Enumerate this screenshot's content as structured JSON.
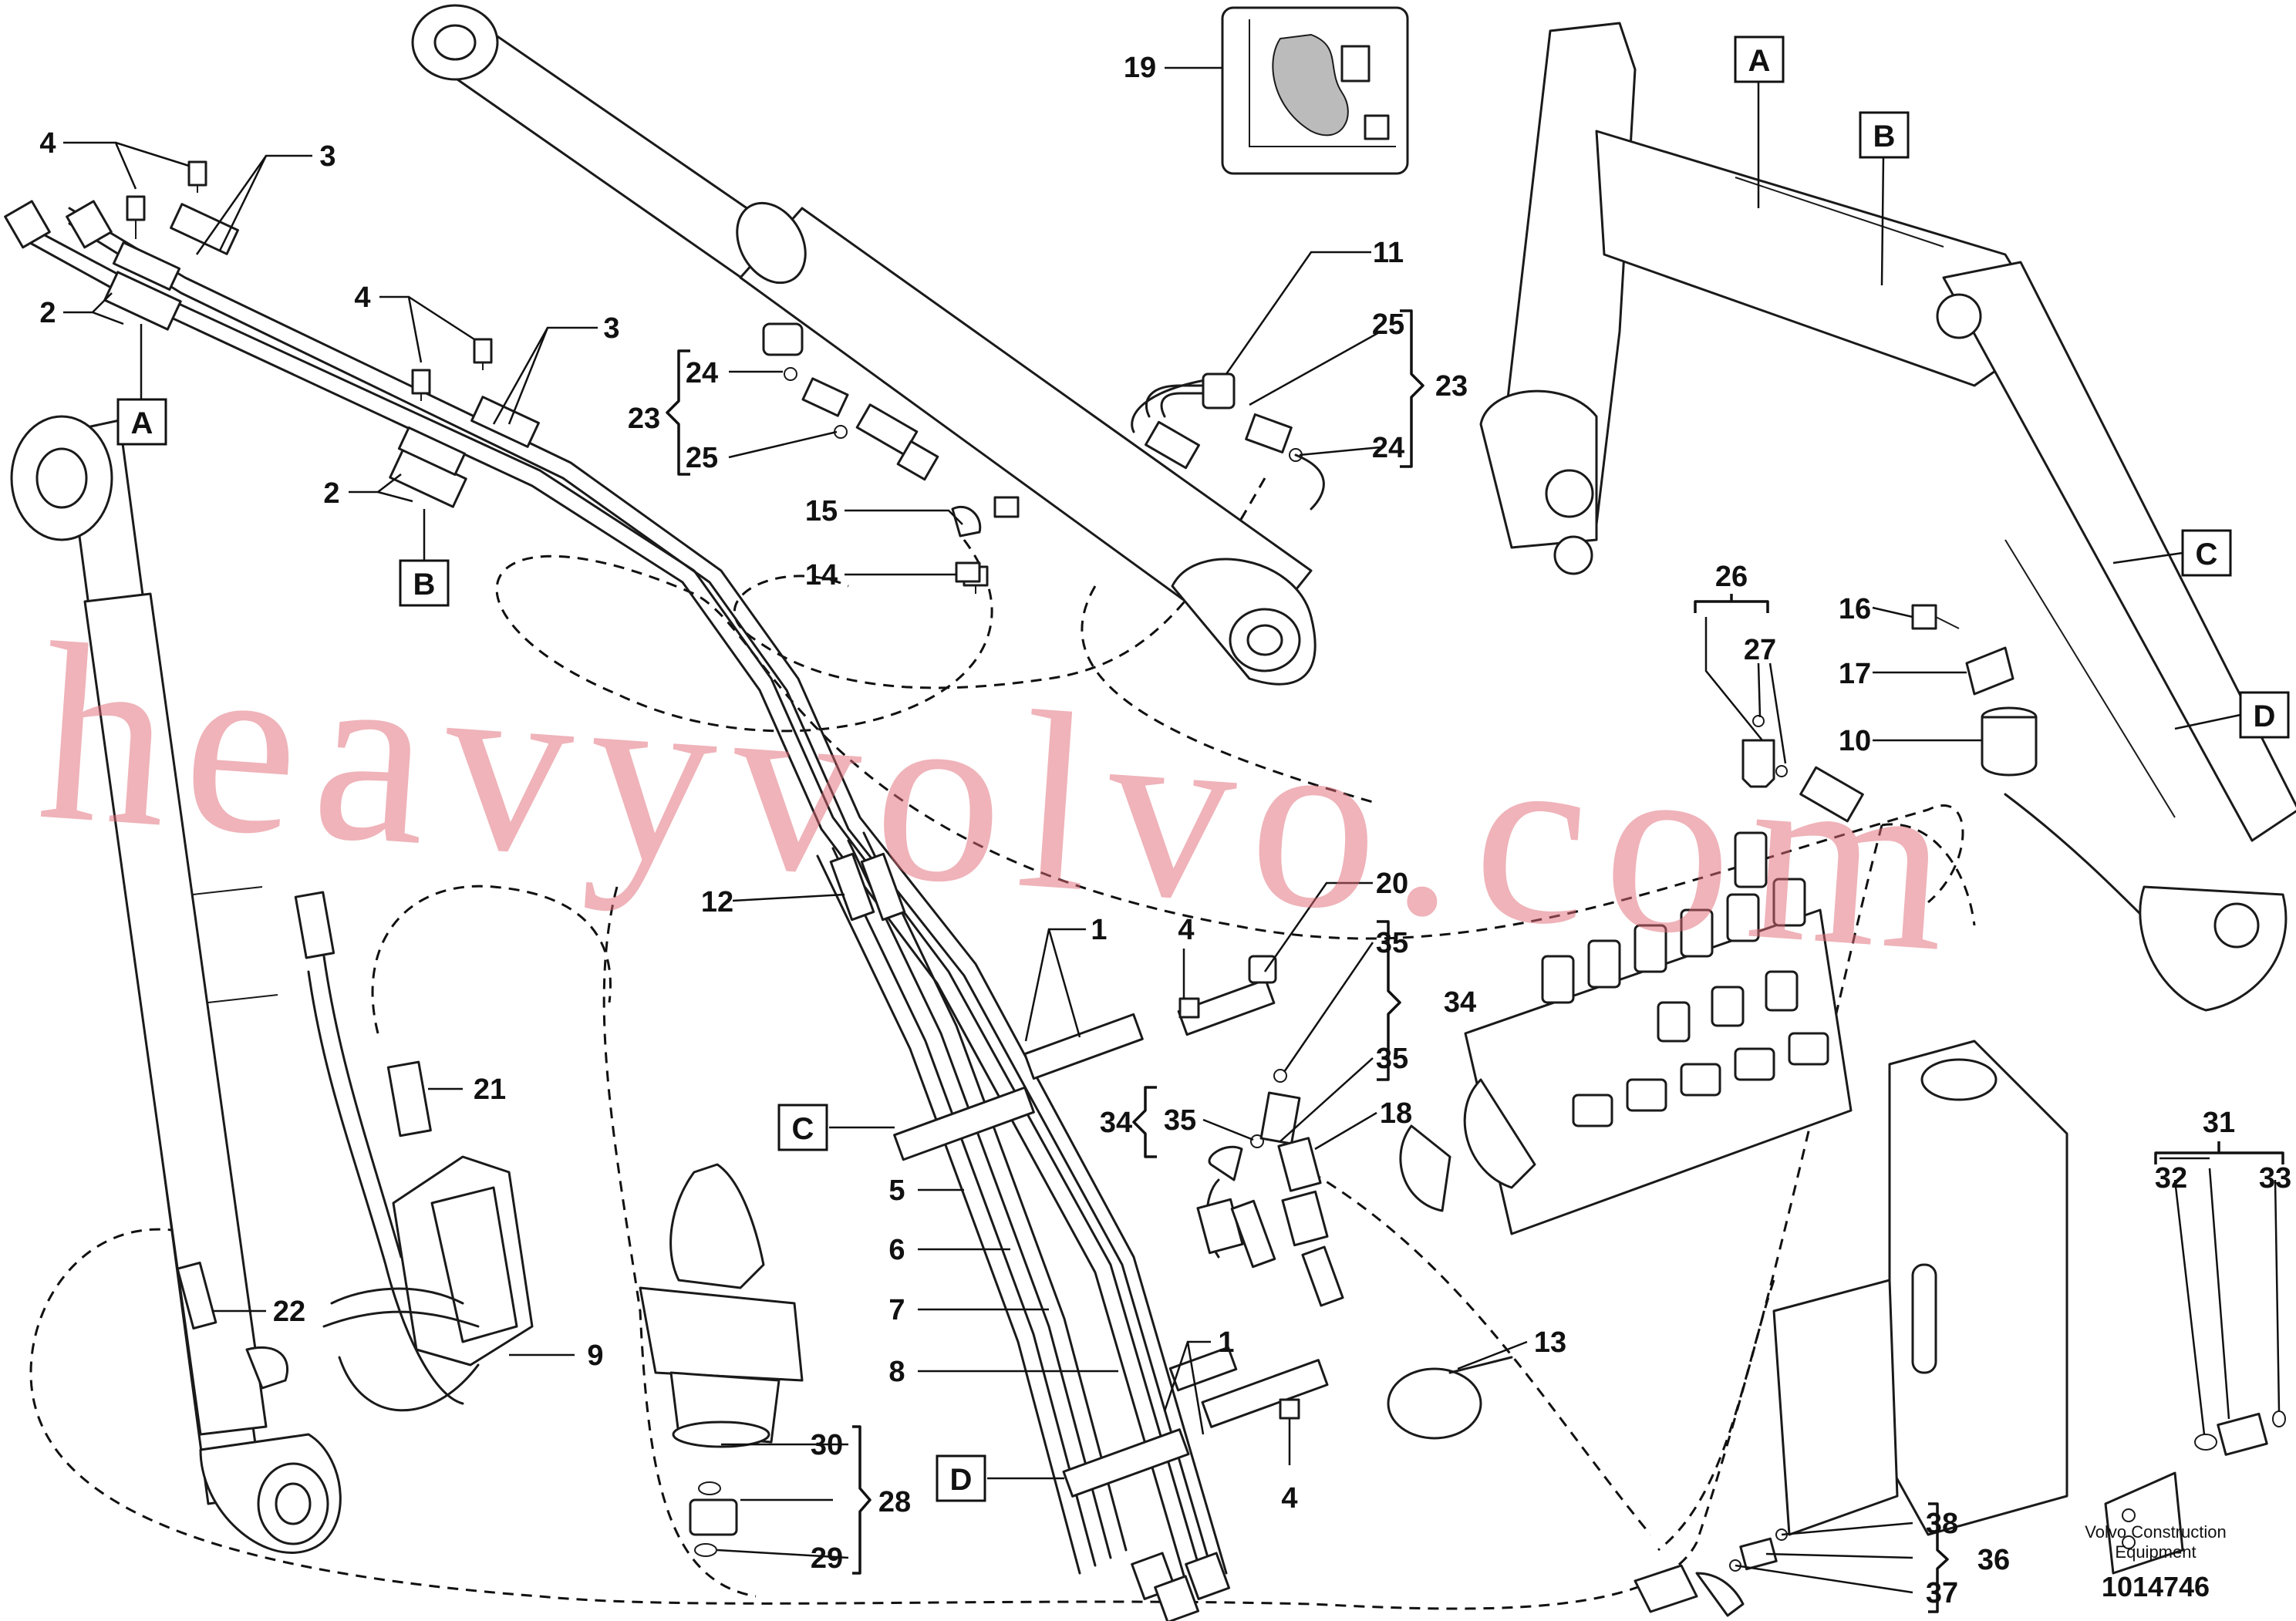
{
  "callouts": {
    "c1a": "1",
    "c1b": "1",
    "c2a": "2",
    "c2b": "2",
    "c3a": "3",
    "c3b": "3",
    "c4a": "4",
    "c4b": "4",
    "c4c": "4",
    "c4d": "4",
    "c5": "5",
    "c6": "6",
    "c7": "7",
    "c8": "8",
    "c9": "9",
    "c10": "10",
    "c11": "11",
    "c12": "12",
    "c13": "13",
    "c14": "14",
    "c15": "15",
    "c16": "16",
    "c17": "17",
    "c18": "18",
    "c19": "19",
    "c20": "20",
    "c21": "21",
    "c22": "22",
    "c23a": "23",
    "c23b": "23",
    "c24a": "24",
    "c24b": "24",
    "c25a": "25",
    "c25b": "25",
    "c26": "26",
    "c27": "27",
    "c28": "28",
    "c29": "29",
    "c30": "30",
    "c31": "31",
    "c32": "32",
    "c33": "33",
    "c34a": "34",
    "c34b": "34",
    "c35a": "35",
    "c35b": "35",
    "c35c": "35",
    "c36": "36",
    "c37": "37",
    "c38": "38"
  },
  "boxes": {
    "a1": "A",
    "b1": "B",
    "c1": "C",
    "d1": "D",
    "a2": "A",
    "b2": "B",
    "c2": "C",
    "d2": "D"
  },
  "caption": {
    "line1": "Volvo Construction",
    "line2": "Equipment",
    "doc_number": "1014746"
  },
  "watermark": "heavyvolvo.com"
}
